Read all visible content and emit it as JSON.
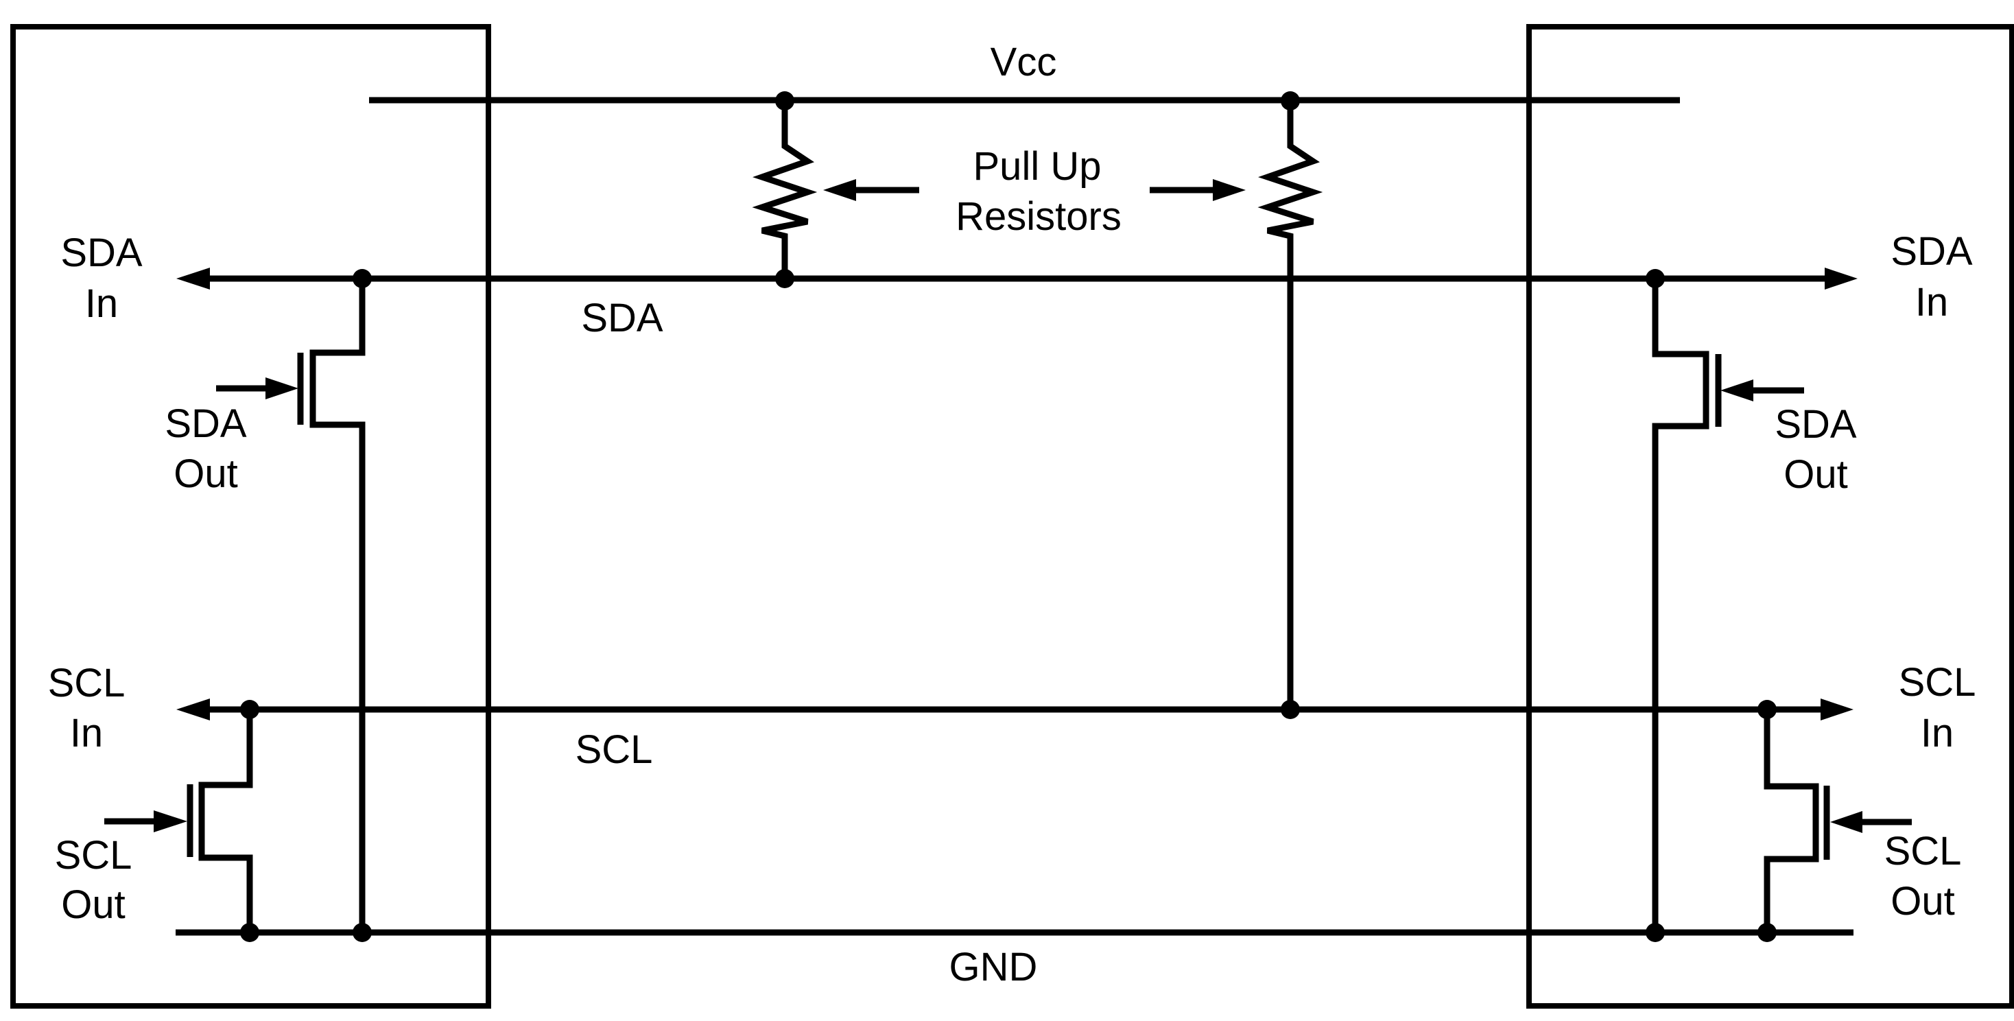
{
  "diagram": {
    "title": "I2C bus with pull-up resistors",
    "rails": {
      "vcc": "Vcc",
      "gnd": "GND"
    },
    "buses": {
      "sda": "SDA",
      "scl": "SCL"
    },
    "pullup_label": {
      "line1": "Pull Up",
      "line2": "Resistors"
    },
    "devices": [
      {
        "side": "left",
        "sda_in": {
          "line1": "SDA",
          "line2": "In"
        },
        "sda_out": {
          "line1": "SDA",
          "line2": "Out"
        },
        "scl_in": {
          "line1": "SCL",
          "line2": "In"
        },
        "scl_out": {
          "line1": "SCL",
          "line2": "Out"
        }
      },
      {
        "side": "right",
        "sda_in": {
          "line1": "SDA",
          "line2": "In"
        },
        "sda_out": {
          "line1": "SDA",
          "line2": "Out"
        },
        "scl_in": {
          "line1": "SCL",
          "line2": "In"
        },
        "scl_out": {
          "line1": "SCL",
          "line2": "Out"
        }
      }
    ],
    "components": {
      "resistors": [
        "SDA pull-up",
        "SCL pull-up"
      ],
      "transistors": [
        "left SDA driver",
        "left SCL driver",
        "right SDA driver",
        "right SCL driver"
      ]
    },
    "colors": {
      "line": "#000000",
      "background": "#ffffff"
    }
  }
}
